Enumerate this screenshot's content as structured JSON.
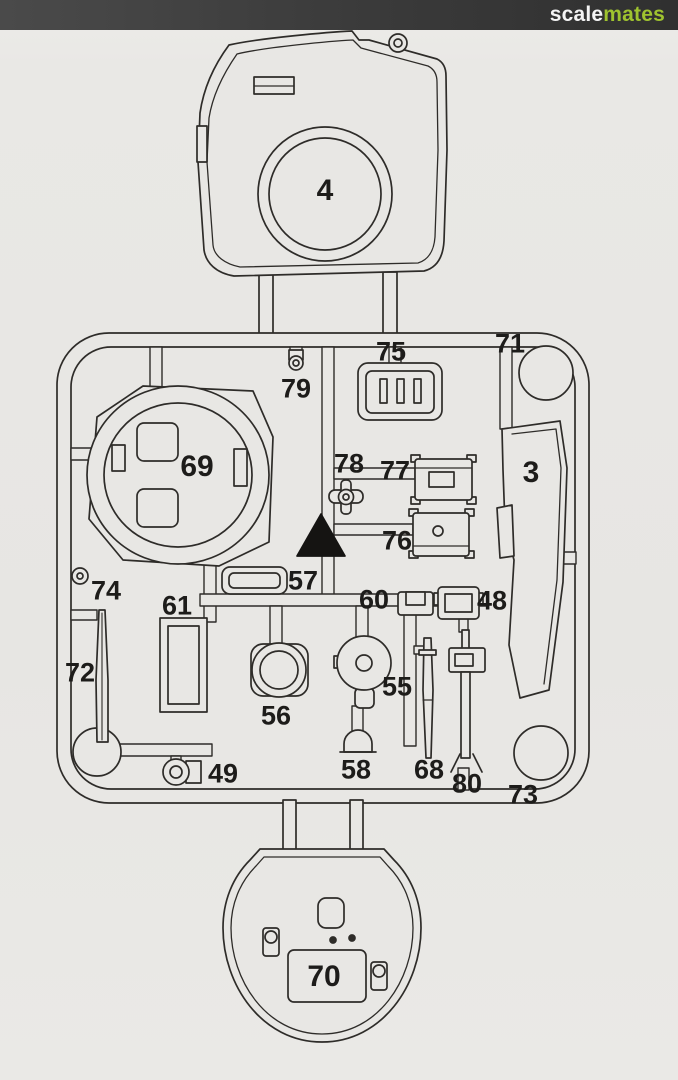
{
  "header": {
    "brand_scale": "scale",
    "brand_mates": "mates"
  },
  "diagram": {
    "type": "model-kit-sprue-layout-scan",
    "parts": {
      "p3": "3",
      "p4": "4",
      "p48": "48",
      "p49": "49",
      "p55": "55",
      "p56": "56",
      "p57": "57",
      "p58": "58",
      "p60": "60",
      "p61": "61",
      "p68": "68",
      "p69": "69",
      "p70": "70",
      "p71": "71",
      "p72": "72",
      "p73": "73",
      "p74": "74",
      "p75": "75",
      "p76": "76",
      "p77": "77",
      "p78": "78",
      "p79": "79",
      "p80": "80"
    }
  },
  "colors": {
    "paper": "#e8e7e4",
    "ink": "#2e2c29",
    "header_bg": "#3a3a3a",
    "brand_white": "#f4f4f4",
    "brand_green": "#9fc32f",
    "triangle_fill": "#151412"
  }
}
